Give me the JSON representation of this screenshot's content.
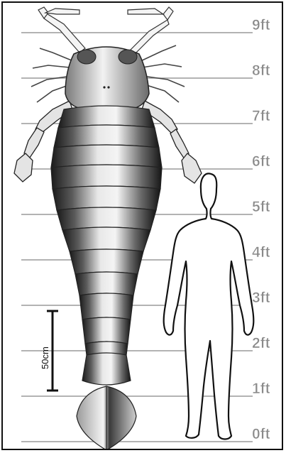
{
  "height_scale": {
    "unit_labels": [
      "9ft",
      "8ft",
      "7ft",
      "6ft",
      "5ft",
      "4ft",
      "3ft",
      "2ft",
      "1ft",
      "0ft"
    ]
  },
  "scale_bar": {
    "label": "50cm"
  },
  "colors": {
    "grid_line": "#9a9a9a",
    "label": "#8a8a8a",
    "outline": "#111111",
    "border": "#111111"
  },
  "figures": {
    "creature": "sea-scorpion-illustration",
    "human": "human-silhouette-outline"
  }
}
